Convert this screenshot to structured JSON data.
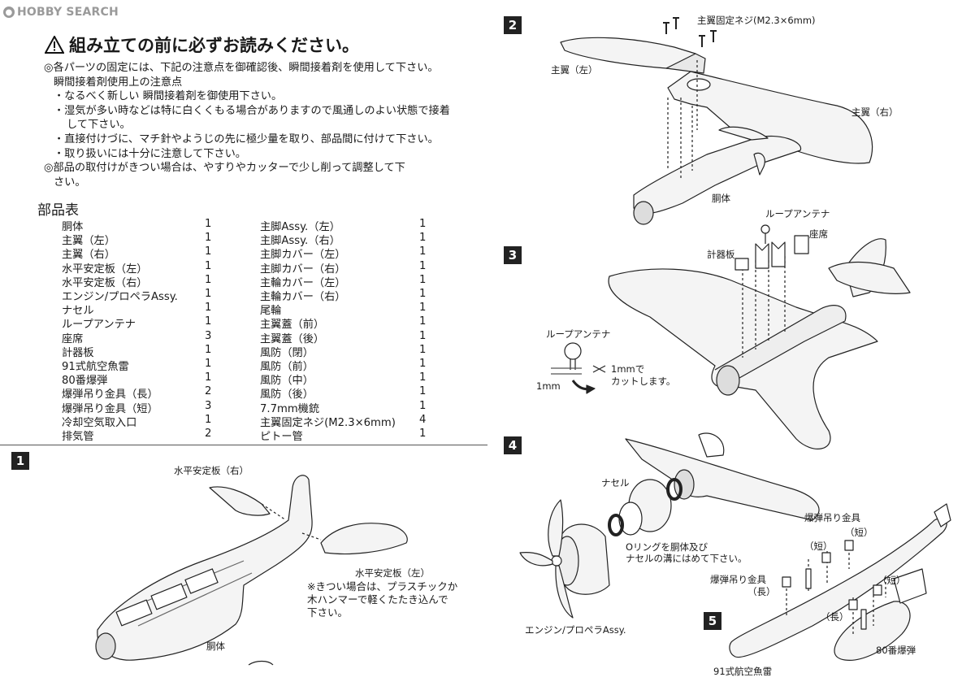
{
  "logo": {
    "text": "HOBBY SEARCH"
  },
  "warning": {
    "title": "組み立ての前に必ずお読みください。",
    "lines": [
      "◎各パーツの固定には、下記の注意点を御確認後、瞬間接着剤を使用して下さい。",
      "瞬間接着剤使用上の注意点",
      "・なるべく新しい 瞬間接着剤を御使用下さい。",
      "・湿気が多い時などは特に白くくもる場合がありますので風通しのよい状態で接着",
      "して下さい。",
      "・直接付けづに、マチ針やようじの先に極少量を取り、部品間に付けて下さい。",
      "・取り扱いには十分に注意して下さい。",
      "◎部品の取付けがきつい場合は、やすりやカッターで少し削って調整して下",
      "さい。"
    ]
  },
  "parts_title": "部品表",
  "parts_left": [
    {
      "name": "胴体",
      "qty": "1"
    },
    {
      "name": "主翼（左）",
      "qty": "1"
    },
    {
      "name": "主翼（右）",
      "qty": "1"
    },
    {
      "name": "水平安定板（左）",
      "qty": "1"
    },
    {
      "name": "水平安定板（右）",
      "qty": "1"
    },
    {
      "name": "エンジン/プロペラAssy.",
      "qty": "1"
    },
    {
      "name": "ナセル",
      "qty": "1"
    },
    {
      "name": "ループアンテナ",
      "qty": "1"
    },
    {
      "name": "座席",
      "qty": "3"
    },
    {
      "name": "計器板",
      "qty": "1"
    },
    {
      "name": "91式航空魚雷",
      "qty": "1"
    },
    {
      "name": "80番爆弾",
      "qty": "1"
    },
    {
      "name": "爆弾吊り金具（長）",
      "qty": "2"
    },
    {
      "name": "爆弾吊り金具（短）",
      "qty": "3"
    },
    {
      "name": "冷却空気取入口",
      "qty": "1"
    },
    {
      "name": "排気管",
      "qty": "2"
    }
  ],
  "parts_right": [
    {
      "name": "主脚Assy.（左）",
      "qty": "1"
    },
    {
      "name": "主脚Assy.（右）",
      "qty": "1"
    },
    {
      "name": "主脚カバー（左）",
      "qty": "1"
    },
    {
      "name": "主脚カバー（右）",
      "qty": "1"
    },
    {
      "name": "主輪カバー（左）",
      "qty": "1"
    },
    {
      "name": "主輪カバー（右）",
      "qty": "1"
    },
    {
      "name": "尾輪",
      "qty": "1"
    },
    {
      "name": "主翼蓋（前）",
      "qty": "1"
    },
    {
      "name": "主翼蓋（後）",
      "qty": "1"
    },
    {
      "name": "風防（閉）",
      "qty": "1"
    },
    {
      "name": "風防（前）",
      "qty": "1"
    },
    {
      "name": "風防（中）",
      "qty": "1"
    },
    {
      "name": "風防（後）",
      "qty": "1"
    },
    {
      "name": "7.7mm機銃",
      "qty": "1"
    },
    {
      "name": "主翼固定ネジ(M2.3×6mm)",
      "qty": "4"
    },
    {
      "name": "ピトー管",
      "qty": "1"
    }
  ],
  "steps": {
    "s1": "1",
    "s2": "2",
    "s3": "3",
    "s4": "4",
    "s5": "5"
  },
  "step1": {
    "stab_right": "水平安定板（右）",
    "stab_left": "水平安定板（左）",
    "fuselage": "胴体",
    "note": [
      "※きつい場合は、プラスチックか",
      "木ハンマーで軽くたたき込んで",
      "下さい。"
    ]
  },
  "step2": {
    "screw": "主翼固定ネジ(M2.3×6mm)",
    "wing_left": "主翼（左）",
    "wing_right": "主翼（右）",
    "fuselage": "胴体"
  },
  "step3": {
    "loop_antenna": "ループアンテナ",
    "seat": "座席",
    "panel": "計器板",
    "detail_title": "ループアンテナ",
    "cut_note": [
      "1mmで",
      "カットします。"
    ],
    "dim": "1mm"
  },
  "step4": {
    "nacelle": "ナセル",
    "oring_note": [
      "Oリングを胴体及び",
      "ナセルの溝にはめて下さい。"
    ],
    "engine": "エンジン/プロペラAssy."
  },
  "step5": {
    "hanger_label": "爆弾吊り金具",
    "short": "（短）",
    "long": "（長）",
    "torpedo": "91式航空魚雷",
    "bomb": "80番爆弾"
  }
}
